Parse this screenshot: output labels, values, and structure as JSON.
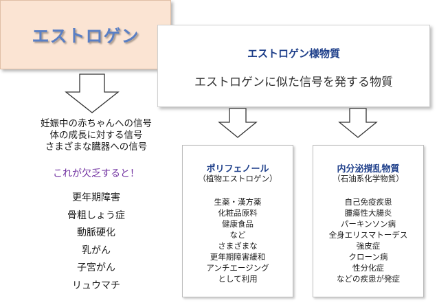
{
  "estrogen": {
    "title": "エストロゲン"
  },
  "estrogen_like": {
    "title": "エストロゲン様物質",
    "description": "エストロゲンに似た信号を発する物質"
  },
  "signals": [
    "妊娠中の赤ちゃんへの信号",
    "体の成長に対する信号",
    "さまざまな臓器への信号"
  ],
  "deficiency_label": "これが欠乏すると！",
  "diseases": [
    "更年期障害",
    "骨粗しょう症",
    "動脈硬化",
    "乳がん",
    "子宮がん",
    "リュウマチ"
  ],
  "polyphenol": {
    "title": "ポリフェノール",
    "subtitle": "（植物エストロゲン）",
    "items": [
      "生薬・漢方薬",
      "化粧品原料",
      "健康食品",
      "など",
      "さまざまな",
      "更年期障害緩和",
      "アンチエージング",
      "として利用"
    ]
  },
  "endocrine_disruptor": {
    "title": "内分泌撹乱物質",
    "subtitle": "（石油系化学物質）",
    "items": [
      "自己免疫疾患",
      "腫瘍性大腸炎",
      "パーキンソン病",
      "全身エリスマトーデス",
      "強皮症",
      "クローン病",
      "性分化症",
      "などの疾患が発症"
    ]
  },
  "colors": {
    "estrogen_box_fill": "#fbe4d3",
    "estrogen_title": "#5a7fc4",
    "heading_blue": "#1e3f8a",
    "deficiency_purple": "#7030a0"
  }
}
